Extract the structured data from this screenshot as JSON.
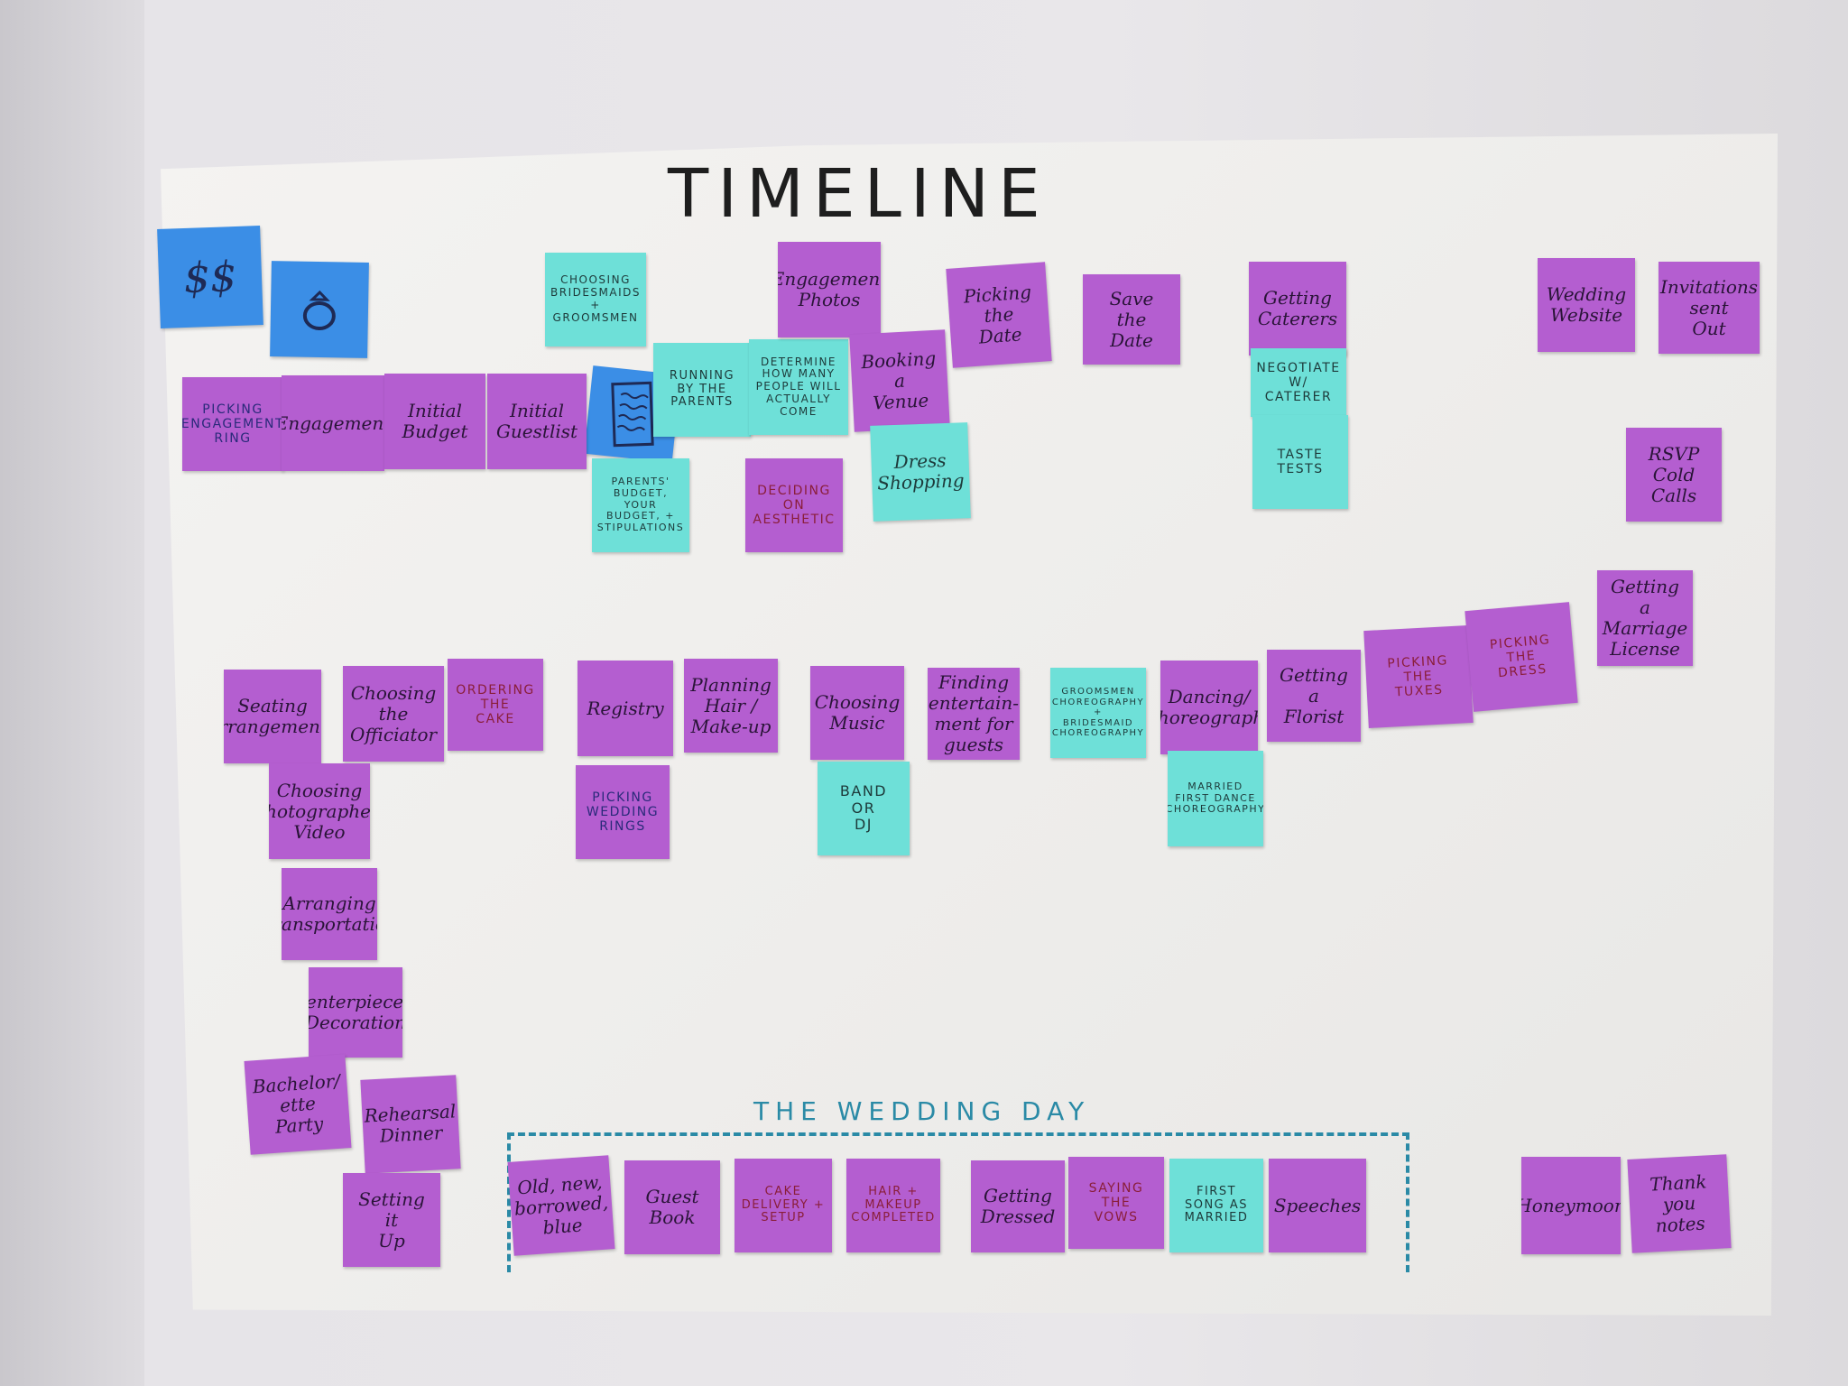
{
  "title": "TIMELINE",
  "wedding_day_label": "THE WEDDING DAY",
  "icon_notes": {
    "money": "$$",
    "ring": "ring-icon",
    "guestlist": "list-icon"
  },
  "notes": {
    "picking_ring": "PICKING\nENGAGEMENT\nRING",
    "engagement": "Engagement",
    "initial_budget": "Initial\nBudget",
    "initial_guestlist": "Initial\nGuestlist",
    "choosing_bridesmaids": "CHOOSING\nBRIDESMAIDS\n+\nGROOMSMEN",
    "running_by_parents": "RUNNING\nBY THE\nPARENTS",
    "determine_people": "DETERMINE\nHOW MANY\nPEOPLE WILL\nACTUALLY COME",
    "parents_budget": "PARENTS'\nBUDGET, YOUR\nBUDGET, +\nSTIPULATIONS",
    "engagement_photos": "Engagement\nPhotos",
    "deciding_aesthetic": "DECIDING\nON\nAESTHETIC",
    "booking_venue": "Booking\na\nVenue",
    "dress_shopping": "Dress\nShopping",
    "picking_date": "Picking\nthe\nDate",
    "save_date": "Save\nthe\nDate",
    "getting_caterers": "Getting\nCaterers",
    "negotiate_caterer": "NEGOTIATE\nW/ CATERER",
    "taste_tests": "TASTE\nTESTS",
    "wedding_website": "Wedding\nWebsite",
    "invitations_sent": "Invitations\nsent\nOut",
    "rsvp_calls": "RSVP\nCold Calls",
    "marriage_license": "Getting\na\nMarriage\nLicense",
    "seating": "Seating\narrangements",
    "officiator": "Choosing\nthe\nOfficiator",
    "ordering_cake": "ORDERING\nTHE\nCAKE",
    "registry": "Registry",
    "hair_makeup_plan": "Planning\nHair /\nMake-up",
    "choosing_music": "Choosing\nMusic",
    "band_dj": "BAND\nOR\nDJ",
    "entertainment": "Finding\nentertain-\nment for\nguests",
    "groomsmen_choreo": "GROOMSMEN\nCHOREOGRAPHY\n+\nBRIDESMAID\nCHOREOGRAPHY",
    "dancing": "Dancing/\nChoreography",
    "first_dance_choreo": "MARRIED\nFIRST DANCE\nCHOREOGRAPHY",
    "florist": "Getting a\nFlorist",
    "picking_tuxes": "PICKING\nTHE\nTUXES",
    "picking_dress": "PICKING\nTHE\nDRESS",
    "picking_rings": "PICKING\nWEDDING\nRINGS",
    "photographer": "Choosing\nPhotographer/\nVideo",
    "transportation": "Arranging\nTransportation",
    "centerpieces": "Centerpieces/\nDecoration",
    "bachelor": "Bachelor/\nette\nParty",
    "rehearsal": "Rehearsal\nDinner",
    "setting_up": "Setting\nit\nUp",
    "old_new": "Old, new,\nborrowed,\nblue",
    "guest_book": "Guest\nBook",
    "cake_delivery": "CAKE\nDELIVERY +\nSETUP",
    "hair_makeup_done": "HAIR +\nMAKEUP\nCOMPLETED",
    "getting_dressed": "Getting\nDressed",
    "saying_vows": "SAYING\nTHE\nVOWS",
    "first_song": "FIRST\nSONG AS\nMARRIED",
    "speeches": "Speeches",
    "honeymoon": "Honeymoon",
    "thank_you": "Thank you\nnotes"
  },
  "colors": {
    "purple_note": "#b45ed0",
    "teal_note": "#6ee0d8",
    "blue_note": "#3b8ee6",
    "wedding_day_ink": "#2a8aa6"
  }
}
